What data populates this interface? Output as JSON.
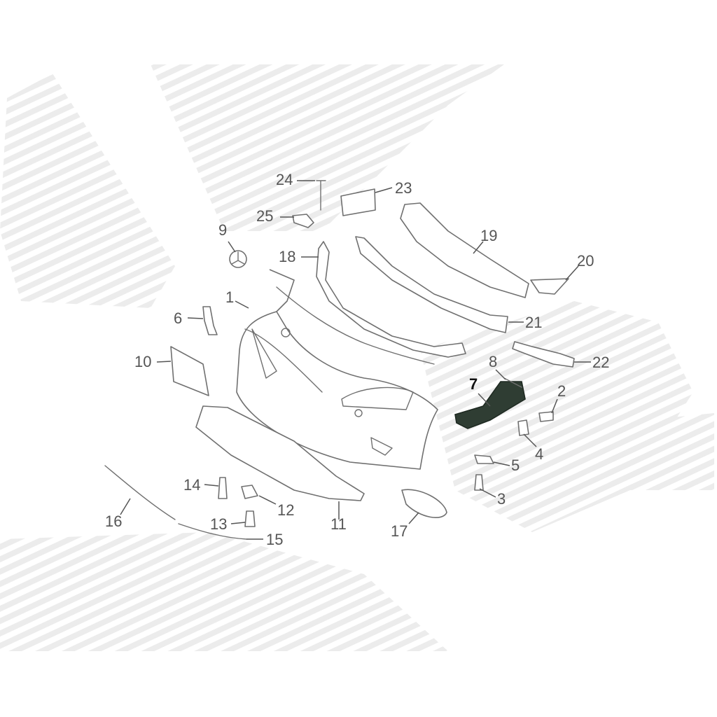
{
  "diagram": {
    "highlighted_callout": "7",
    "callouts": [
      {
        "id": "1",
        "label": "1"
      },
      {
        "id": "2",
        "label": "2"
      },
      {
        "id": "3",
        "label": "3"
      },
      {
        "id": "4",
        "label": "4"
      },
      {
        "id": "5",
        "label": "5"
      },
      {
        "id": "6",
        "label": "6"
      },
      {
        "id": "7",
        "label": "7"
      },
      {
        "id": "8",
        "label": "8"
      },
      {
        "id": "9",
        "label": "9"
      },
      {
        "id": "10",
        "label": "10"
      },
      {
        "id": "11",
        "label": "11"
      },
      {
        "id": "12",
        "label": "12"
      },
      {
        "id": "13",
        "label": "13"
      },
      {
        "id": "14",
        "label": "14"
      },
      {
        "id": "15",
        "label": "15"
      },
      {
        "id": "16",
        "label": "16"
      },
      {
        "id": "17",
        "label": "17"
      },
      {
        "id": "18",
        "label": "18"
      },
      {
        "id": "19",
        "label": "19"
      },
      {
        "id": "20",
        "label": "20"
      },
      {
        "id": "21",
        "label": "21"
      },
      {
        "id": "22",
        "label": "22"
      },
      {
        "id": "23",
        "label": "23"
      },
      {
        "id": "24",
        "label": "24"
      },
      {
        "id": "25",
        "label": "25"
      }
    ]
  },
  "colors": {
    "background": "#ffffff",
    "line_art": "#707070",
    "watermark_stripe": "#e9e9e9",
    "highlight_part": "#2f3d33"
  }
}
